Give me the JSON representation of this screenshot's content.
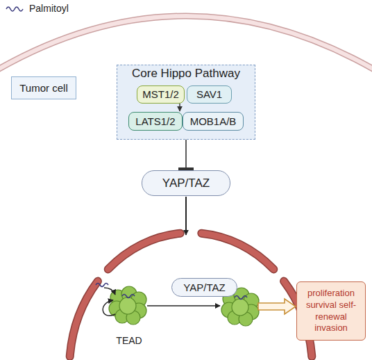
{
  "diagram": {
    "nodes": [
      {
        "text": [
          "Tumor cell"
        ]
      },
      {
        "text": [
          "Core Hippo Pathway"
        ]
      },
      {
        "text": [
          "MST1/2"
        ],
        "in": 1
      },
      {
        "text": [
          "SAV1"
        ],
        "in": 1
      },
      {
        "text": [
          "LATS1/2"
        ],
        "in": 1
      },
      {
        "text": [
          "MOB1A/B"
        ],
        "in": 1
      },
      {
        "text": [
          "YAP/TAZ"
        ]
      },
      {
        "text": [
          "YAP/TAZ"
        ]
      },
      {
        "text": [
          "proliferation survival self-renewal invasion"
        ]
      }
    ],
    "edges": [
      {
        "from": 2,
        "to": 4,
        "arrow": "to"
      },
      {
        "from": 1,
        "to": 6,
        "arrow": "to"
      }
    ],
    "labels": [
      "TEAD"
    ],
    "legend": [
      {
        "text": "Palmitoyl"
      }
    ]
  }
}
